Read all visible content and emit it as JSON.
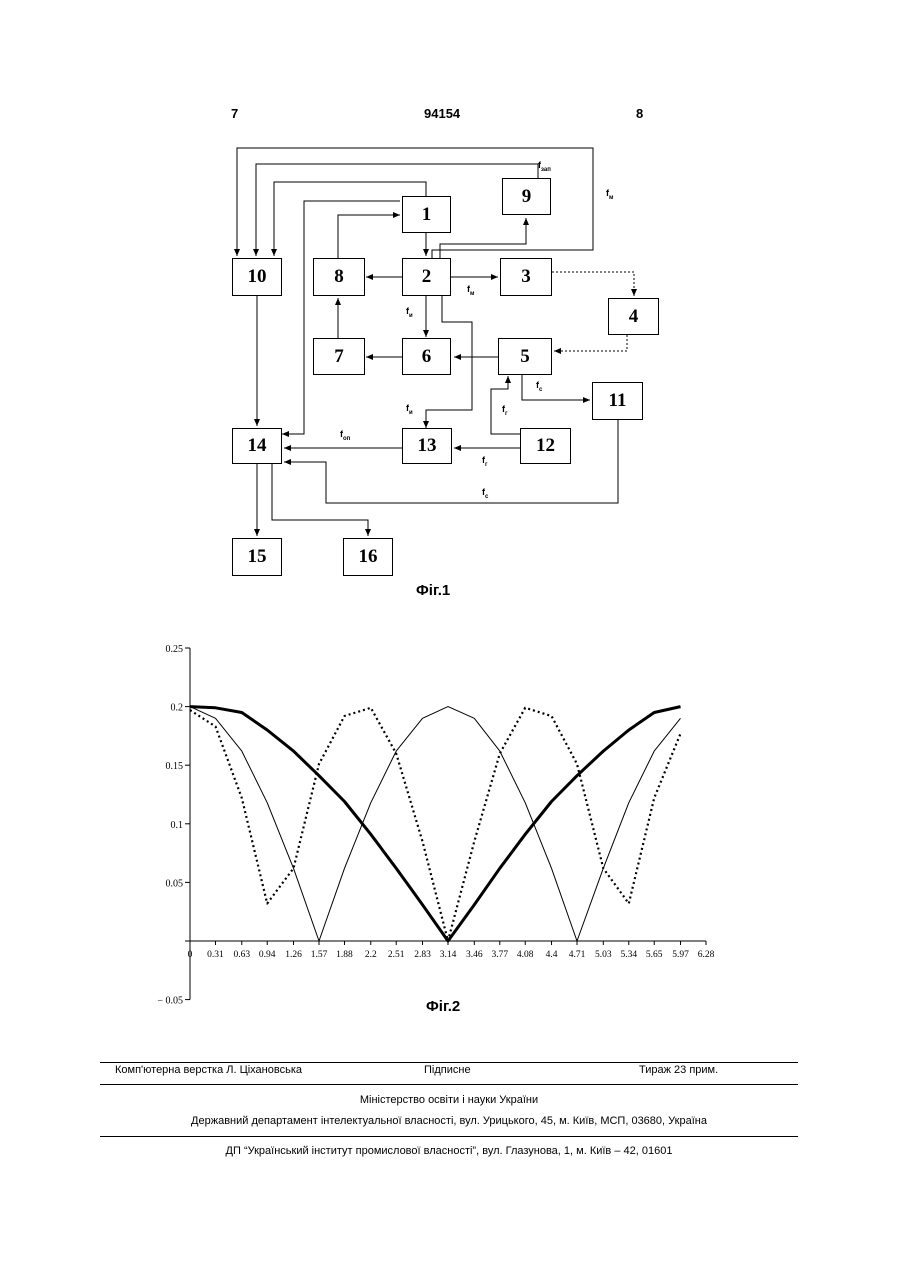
{
  "header": {
    "left_page": "7",
    "patent_number": "94154",
    "right_page": "8"
  },
  "figure1": {
    "caption": "Фіг.1",
    "blocks": [
      "1",
      "2",
      "3",
      "4",
      "5",
      "6",
      "7",
      "8",
      "9",
      "10",
      "11",
      "12",
      "13",
      "14",
      "15",
      "16"
    ],
    "signals": {
      "f_zap": "f",
      "f_zap_sub": "зап",
      "f_m_right": "f",
      "f_m_right_sub": "м",
      "f_m_mid": "f",
      "f_m_mid_sub": "м",
      "f_i_left": "f",
      "f_i_left_sub": "и",
      "f_i_13": "f",
      "f_i_13_sub": "и",
      "f_s_5": "f",
      "f_s_5_sub": "с",
      "f_g_up": "f",
      "f_g_up_sub": "г",
      "f_op": "f",
      "f_op_sub": "оп",
      "f_g_13": "f",
      "f_g_13_sub": "г",
      "f_s_bottom": "f",
      "f_s_bottom_sub": "с"
    }
  },
  "figure2": {
    "caption": "Фіг.2",
    "chart_data": {
      "type": "line",
      "title": "",
      "xlabel": "",
      "ylabel": "",
      "xlim": [
        0,
        6.28
      ],
      "ylim": [
        -0.05,
        0.25
      ],
      "x_ticks": [
        0,
        0.31,
        0.63,
        0.94,
        1.26,
        1.57,
        1.88,
        2.2,
        2.51,
        2.83,
        3.14,
        3.46,
        3.77,
        4.08,
        4.4,
        4.71,
        5.03,
        5.34,
        5.65,
        5.97,
        6.28
      ],
      "x_tick_labels": [
        "0",
        "0.31",
        "0.63",
        "0.94",
        "1.26",
        "1.57",
        "1.88",
        "2.2",
        "2.51",
        "2.83",
        "3.14",
        "3.46",
        "3.77",
        "4.08",
        "4.4",
        "4.71",
        "5.03",
        "5.34",
        "5.65",
        "5.97",
        "6.28"
      ],
      "y_ticks": [
        0.25,
        0.2,
        0.15,
        0.1,
        0.05,
        0,
        -0.05
      ],
      "y_tick_labels": [
        "0.25",
        "0.2",
        "0.15",
        "0.1",
        "0.05",
        "",
        "− 0.05"
      ],
      "grid": false,
      "series": [
        {
          "style": "thick",
          "x": [
            0,
            0.31,
            0.63,
            0.94,
            1.26,
            1.57,
            1.88,
            2.2,
            2.51,
            2.83,
            3.14,
            3.46,
            3.77,
            4.08,
            4.4,
            4.71,
            5.03,
            5.34,
            5.65,
            5.97
          ],
          "values": [
            0.2,
            0.199,
            0.195,
            0.18,
            0.162,
            0.141,
            0.119,
            0.091,
            0.062,
            0.031,
            0.0,
            0.031,
            0.062,
            0.091,
            0.119,
            0.141,
            0.162,
            0.18,
            0.195,
            0.2
          ]
        },
        {
          "style": "thin-cos",
          "x": [
            0,
            0.31,
            0.63,
            0.94,
            1.26,
            1.57,
            1.88,
            2.2,
            2.51,
            2.83,
            3.14,
            3.46,
            3.77,
            4.08,
            4.4,
            4.71,
            5.03,
            5.34,
            5.65,
            5.97
          ],
          "values": [
            0.2,
            0.19,
            0.162,
            0.118,
            0.062,
            0.0,
            0.062,
            0.118,
            0.162,
            0.19,
            0.2,
            0.19,
            0.162,
            0.118,
            0.062,
            0.0,
            0.062,
            0.118,
            0.162,
            0.19
          ]
        },
        {
          "style": "dotted",
          "x": [
            0,
            0.31,
            0.63,
            0.94,
            1.26,
            1.57,
            1.88,
            2.2,
            2.51,
            2.83,
            3.14,
            3.46,
            3.77,
            4.08,
            4.4,
            4.71,
            5.03,
            5.34,
            5.65,
            5.97
          ],
          "values": [
            0.197,
            0.183,
            0.122,
            0.032,
            0.062,
            0.151,
            0.192,
            0.199,
            0.16,
            0.085,
            0.0,
            0.085,
            0.16,
            0.199,
            0.192,
            0.151,
            0.062,
            0.032,
            0.122,
            0.177
          ]
        }
      ]
    }
  },
  "footer": {
    "typesetter": "Комп'ютерна верстка Л. Ціхановська",
    "signed": "Підписне",
    "circulation": "Тираж 23 прим.",
    "ministry": "Міністерство освіти і науки України",
    "department": "Державний департамент інтелектуальної власності, вул. Урицького, 45, м. Київ, МСП, 03680, Україна",
    "institute": "ДП “Український інститут промислової власності”, вул. Глазунова, 1, м. Київ – 42, 01601"
  }
}
